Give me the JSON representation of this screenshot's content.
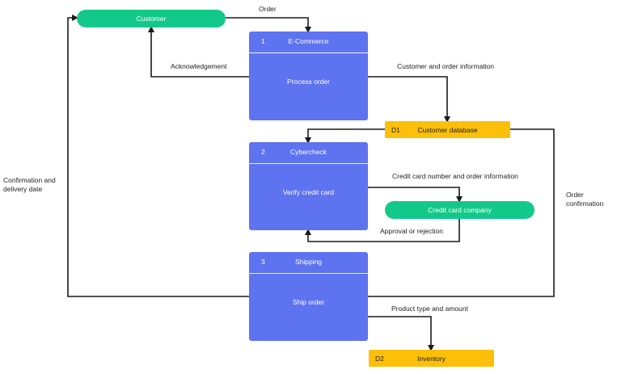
{
  "entities": {
    "customer": "Customer",
    "credit_card_company": "Credit card company"
  },
  "processes": [
    {
      "id": "1",
      "name": "E-Commerce",
      "action": "Process order"
    },
    {
      "id": "2",
      "name": "Cybercheck",
      "action": "Verify credit card"
    },
    {
      "id": "3",
      "name": "Shipping",
      "action": "Ship order"
    }
  ],
  "stores": [
    {
      "id": "D1",
      "name": "Customer database"
    },
    {
      "id": "D2",
      "name": "Inventory"
    }
  ],
  "flows": {
    "order": "Order",
    "acknowledgement": "Acknowledgement",
    "customer_order_info": "Customer and order information",
    "credit_card_info": "Credit card number and order information",
    "approval": "Approval or rejection",
    "confirmation_line1": "Confirmation and",
    "confirmation_line2": "delivery date",
    "order_confirmation_line1": "Order",
    "order_confirmation_line2": "confirmation",
    "product_type": "Product type and amount"
  },
  "colors": {
    "entity": "#13c98a",
    "process": "#5d73f0",
    "store": "#fcbf0a",
    "line": "#1a1a1a"
  }
}
